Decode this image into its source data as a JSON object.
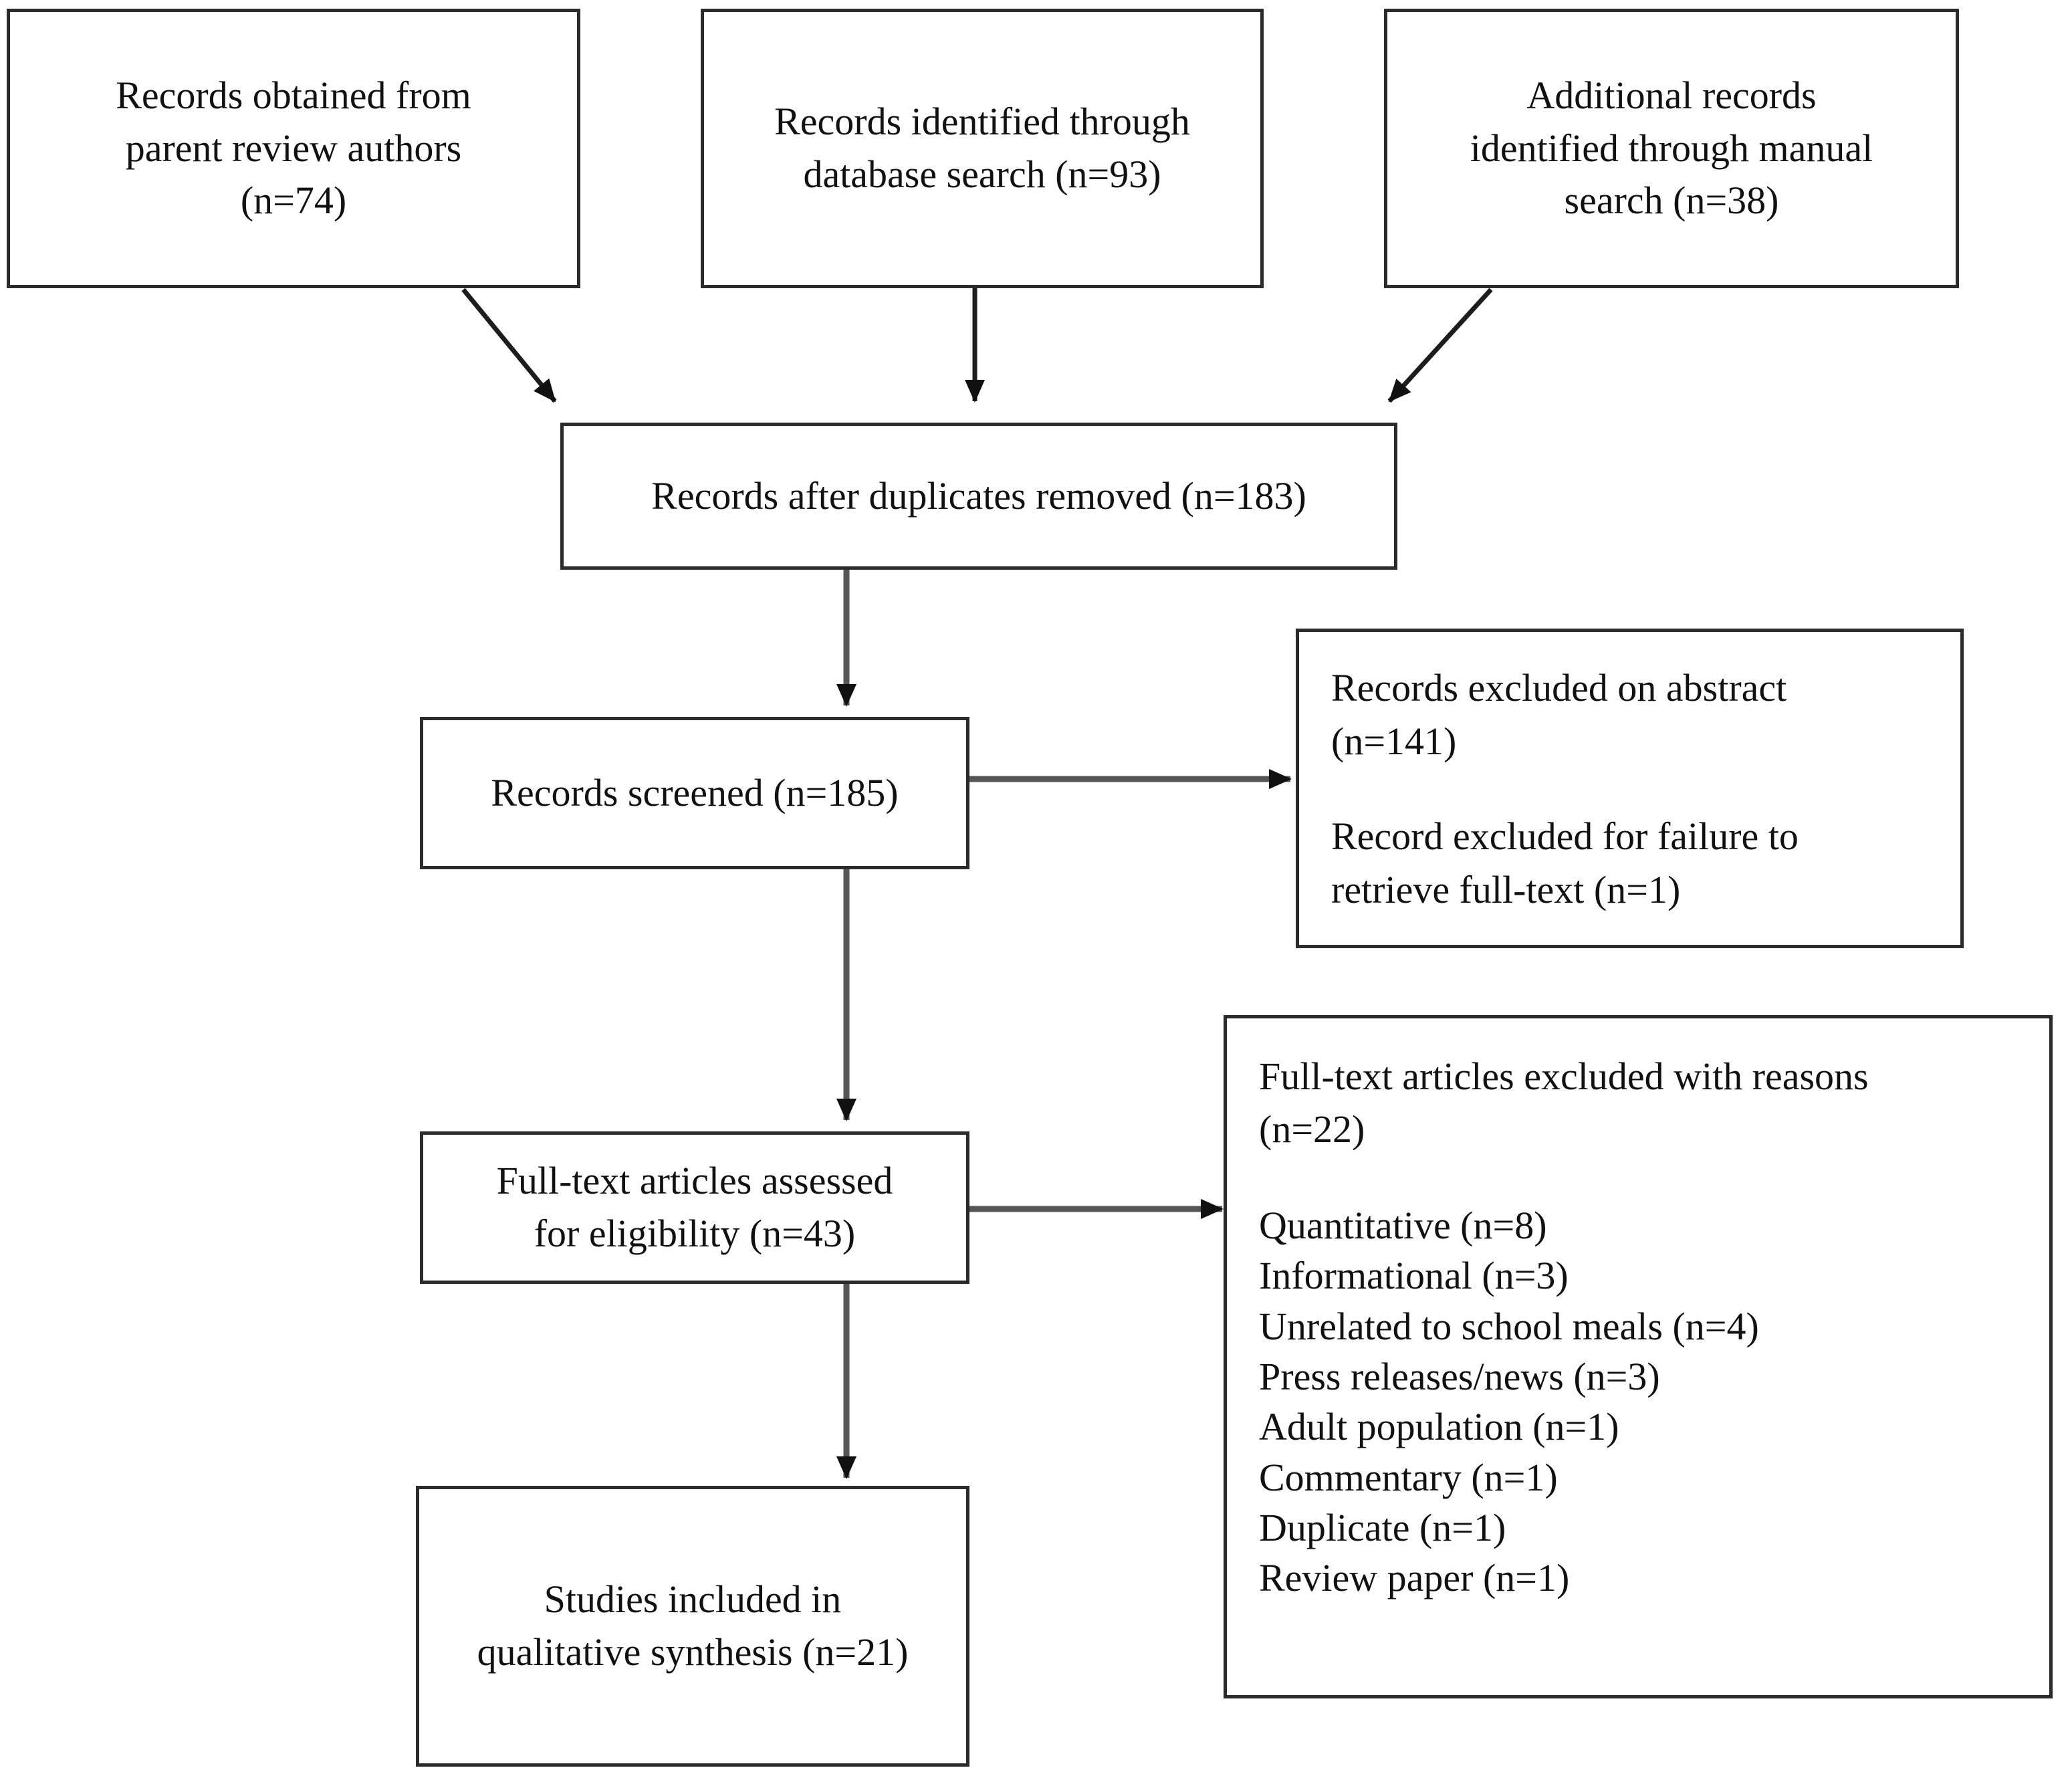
{
  "diagram": {
    "type": "prisma-flow-diagram",
    "nodes": {
      "parent_review": {
        "label": "Records obtained from\nparent review authors\n(n=74)",
        "count": 74
      },
      "database_search": {
        "label": "Records identified through\ndatabase search (n=93)",
        "count": 93
      },
      "manual_search": {
        "label": "Additional records\nidentified through manual\nsearch (n=38)",
        "count": 38
      },
      "duplicates_removed": {
        "label": "Records after duplicates removed (n=183)",
        "count": 183
      },
      "records_screened": {
        "label": "Records screened (n=185)",
        "count": 185
      },
      "excluded_abstract": {
        "line1": "Records excluded on abstract\n(n=141)",
        "line2": "Record excluded for failure to\nretrieve full-text (n=1)",
        "count_abstract": 141,
        "count_fulltext_failure": 1
      },
      "fulltext_assessed": {
        "label": "Full-text articles assessed\nfor eligibility (n=43)",
        "count": 43
      },
      "fulltext_excluded": {
        "heading": "Full-text articles excluded with reasons\n(n=22)",
        "count": 22,
        "reasons": [
          "Quantitative (n=8)",
          "Informational (n=3)",
          "Unrelated to school meals (n=4)",
          "Press releases/news (n=3)",
          "Adult population (n=1)",
          "Commentary (n=1)",
          "Duplicate (n=1)",
          "Review paper (n=1)"
        ]
      },
      "studies_included": {
        "label": "Studies included in\nqualitative synthesis (n=21)",
        "count": 21
      }
    },
    "colors": {
      "border": "#2b2b2b",
      "text": "#111111",
      "background": "#ffffff",
      "edge": "#333333"
    }
  }
}
